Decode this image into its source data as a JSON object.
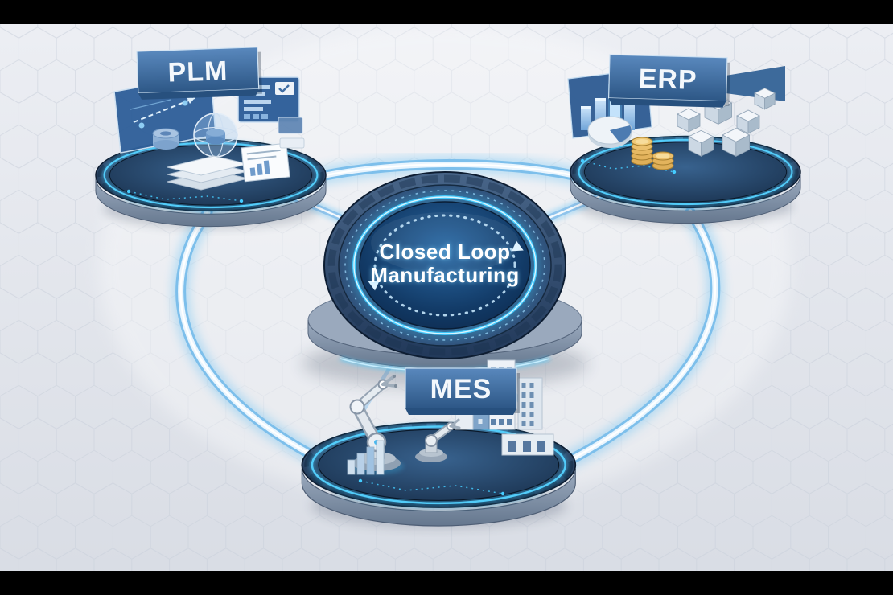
{
  "diagram": {
    "center": {
      "line1": "Closed Loop",
      "line2": "Manufacturing"
    },
    "nodes": [
      {
        "id": "plm",
        "label": "PLM",
        "icons": [
          "cad-screen-icon",
          "dashboard-screen-icon",
          "wireframe-sphere-icon",
          "machined-part-icon",
          "document-stack-icon",
          "report-page-icon"
        ]
      },
      {
        "id": "erp",
        "label": "ERP",
        "icons": [
          "bar-chart-icon",
          "pie-chart-icon",
          "coin-stacks-icon",
          "cubes-icon",
          "pennant-icon"
        ]
      },
      {
        "id": "mes",
        "label": "MES",
        "icons": [
          "robot-arm-icon",
          "small-robot-arm-icon",
          "mini-bar-chart-icon",
          "factory-buildings-icon"
        ]
      }
    ],
    "colors": {
      "background": "#e3e6ed",
      "hex_grid_line": "#c9cfda",
      "tube_edge": "#79bdea",
      "tube_core": "#ffffff",
      "glow_cyan": "#3ec8ff",
      "platform_dark": "#1b2f4a",
      "banner_blue": "#3a6695",
      "coin_gold": "#e3b35c",
      "letterbox": "#000000"
    }
  }
}
